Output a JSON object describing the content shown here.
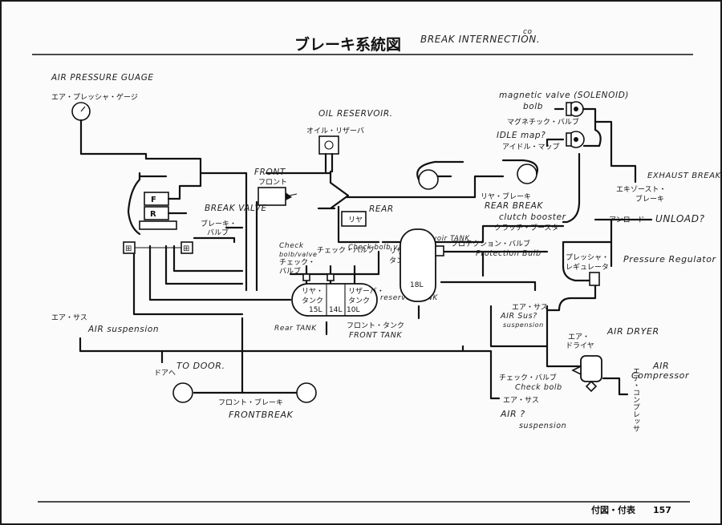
{
  "header": {
    "title_jp": "ブレーキ系統図",
    "title_en_note": "BREAK INTERNECTION.",
    "title_en_correction": "co"
  },
  "labels": {
    "air_pressure_gauge_en": "AIR PRESSURE GUAGE",
    "air_pressure_gauge_jp": "エア・プレッシャ・ゲージ",
    "oil_reservoir_en": "OIL RESERVOIR.",
    "oil_reservoir_jp": "オイル・リザーバ",
    "magnetic_valve_en": "magnetic valve (SOLENOID)",
    "magnetic_valve_en2": "bolb",
    "magnetic_valve_jp": "マグネチック・バルブ",
    "idle_map_en": "IDLE map?",
    "idle_map_jp": "アイドル・マップ",
    "exhaust_break_en": "EXHAUST BREAK",
    "exhaust_break_jp1": "エキゾースト・",
    "exhaust_break_jp2": "ブレーキ",
    "front_en": "FRONT",
    "front_jp": "フロント",
    "rear_en": "REAR",
    "rear_jp": "リヤ",
    "break_valve_en": "BREAK VALVE",
    "break_valve_jp1": "ブレーキ・",
    "break_valve_jp2": "バルブ",
    "rear_break_jp": "リヤ・ブレーキ",
    "rear_break_en": "REAR BREAK",
    "clutch_booster_en": "clutch booster",
    "clutch_booster_jp": "クラッチ・ブースタ",
    "unload_jp": "アンロード",
    "unload_en": "UNLOAD?",
    "check_valve_en1": "Check",
    "check_valve_en2": "bolb/valve",
    "check_valve_jp1": "チェック・",
    "check_valve_jp2": "バルブ",
    "check_valve_jp_b": "チェック・バルブ",
    "check_valve_en_b": "Check bolb valve?",
    "reservoir_tank_en": "Reservoir TANK",
    "reservoir_tank_jp1": "リザーバ・",
    "reservoir_tank_jp2": "タンク",
    "protection_valve_jp": "プロテクション・バルブ",
    "protection_valve_en": "Protection Bulb",
    "pressure_regulator_jp1": "プレッシャ・",
    "pressure_regulator_jp2": "レギュレータ",
    "pressure_regulator_en": "Pressure Regulator",
    "rear_tank_jp1": "リヤ・",
    "rear_tank_jp2": "タンク",
    "reserver_tank_jp1": "リザーバ・",
    "reserver_tank_jp2": "タンク",
    "reserver_tank_en": "reserver TANK",
    "rear_tank_en": "Rear TANK",
    "front_tank_jp": "フロント・タンク",
    "front_tank_en": "FRONT TANK",
    "air_suspension_jp_left": "エア・サス",
    "air_suspension_en_left": "AIR suspension",
    "air_suspension_jp_right": "エア・サス",
    "air_suspension_en_right": "AIR Sus?",
    "air_suspension_en_right2": "suspension",
    "air_suspension_jp_bottom": "エア・サス",
    "air_suspension_en_bottom": "AIR ?",
    "air_suspension_en_bottom2": "suspension",
    "air_dryer_jp1": "エア・",
    "air_dryer_jp2": "ドライヤ",
    "air_dryer_en": "AIR DRYER",
    "check_valve_jp_c": "チェック・バルブ",
    "check_valve_en_c": "Check bolb",
    "air_compressor_en1": "AIR",
    "air_compressor_en2": "Compressor",
    "air_compressor_jp": "エア・コンプレッサ",
    "to_door_jp": "ドアへ",
    "to_door_en": "TO DOOR.",
    "front_break_jp": "フロント・ブレーキ",
    "front_break_en": "FRONTBREAK",
    "valve_f": "F",
    "valve_r": "R",
    "tank_15": "15L",
    "tank_14": "14L",
    "tank_10": "10L",
    "tank_18": "18L"
  },
  "footer": {
    "section": "付図・付表",
    "page_number": "157"
  }
}
